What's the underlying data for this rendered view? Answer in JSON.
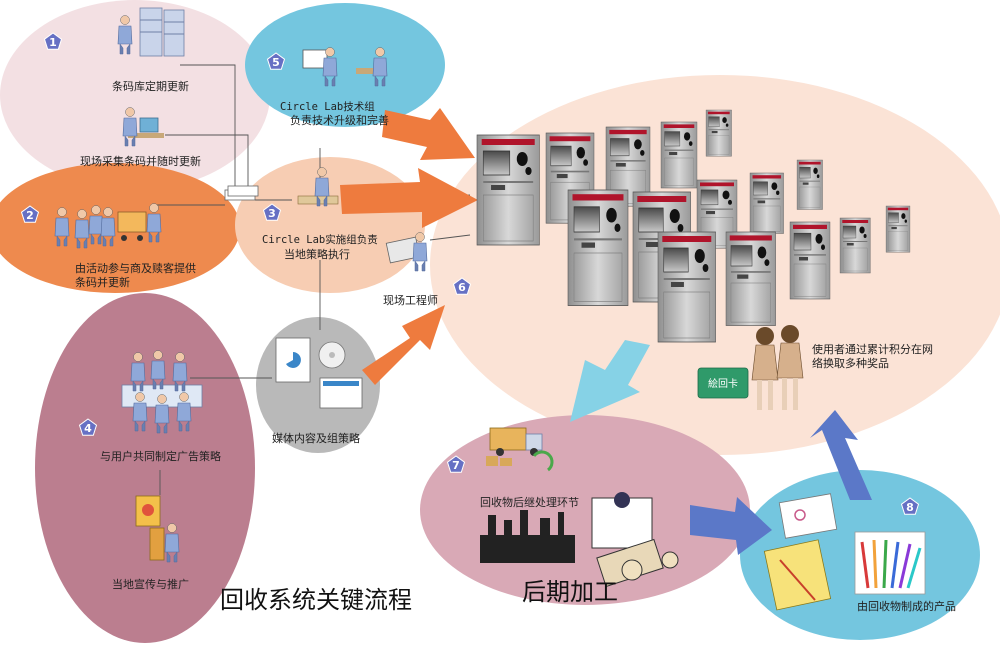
{
  "title": "回收系统关键流程",
  "post_processing_title": "后期加工",
  "badges": [
    "1",
    "2",
    "3",
    "4",
    "5",
    "6",
    "7",
    "8"
  ],
  "steps": {
    "barcode_db_line1": "条码库定期更新",
    "field_collect_line1": "现场采集条码并随时更新",
    "campaign_line1": "由活动参与商及赎客提供",
    "campaign_line2": "条码并更新",
    "tech_team_line1": "Circle Lab技术组",
    "tech_team_line2": "负责技术升级和完善",
    "impl_team_line1": "Circle Lab实施组负责",
    "impl_team_line2": "当地策略执行",
    "ad_strategy_line1": "与用户共同制定广告策略",
    "local_promo_line1": "当地宣传与推广",
    "media_line1": "媒体内容及组策略",
    "field_engineer_line1": "现场工程师",
    "users_line1": "使用者通过累计积分在网",
    "users_line2": "络换取多种奖品",
    "card_text": "絵回卡",
    "post_process_line1": "回收物后继处理环节",
    "products_line1": "由回收物制成的产品"
  },
  "colors": {
    "pink_light": "#f3e0e3",
    "orange": "#ee8a4e",
    "cyan": "#74c6df",
    "peach": "#f7cdb3",
    "maroon": "#bb7e8f",
    "gray": "#b9b9b9",
    "cream": "#fbe3d6",
    "mauve": "#d9a9b6",
    "badge": "#6670c4",
    "arrow_orange": "#ee7b3e",
    "arrow_blue": "#86d2e6",
    "arrow_navy": "#5b78c8"
  }
}
